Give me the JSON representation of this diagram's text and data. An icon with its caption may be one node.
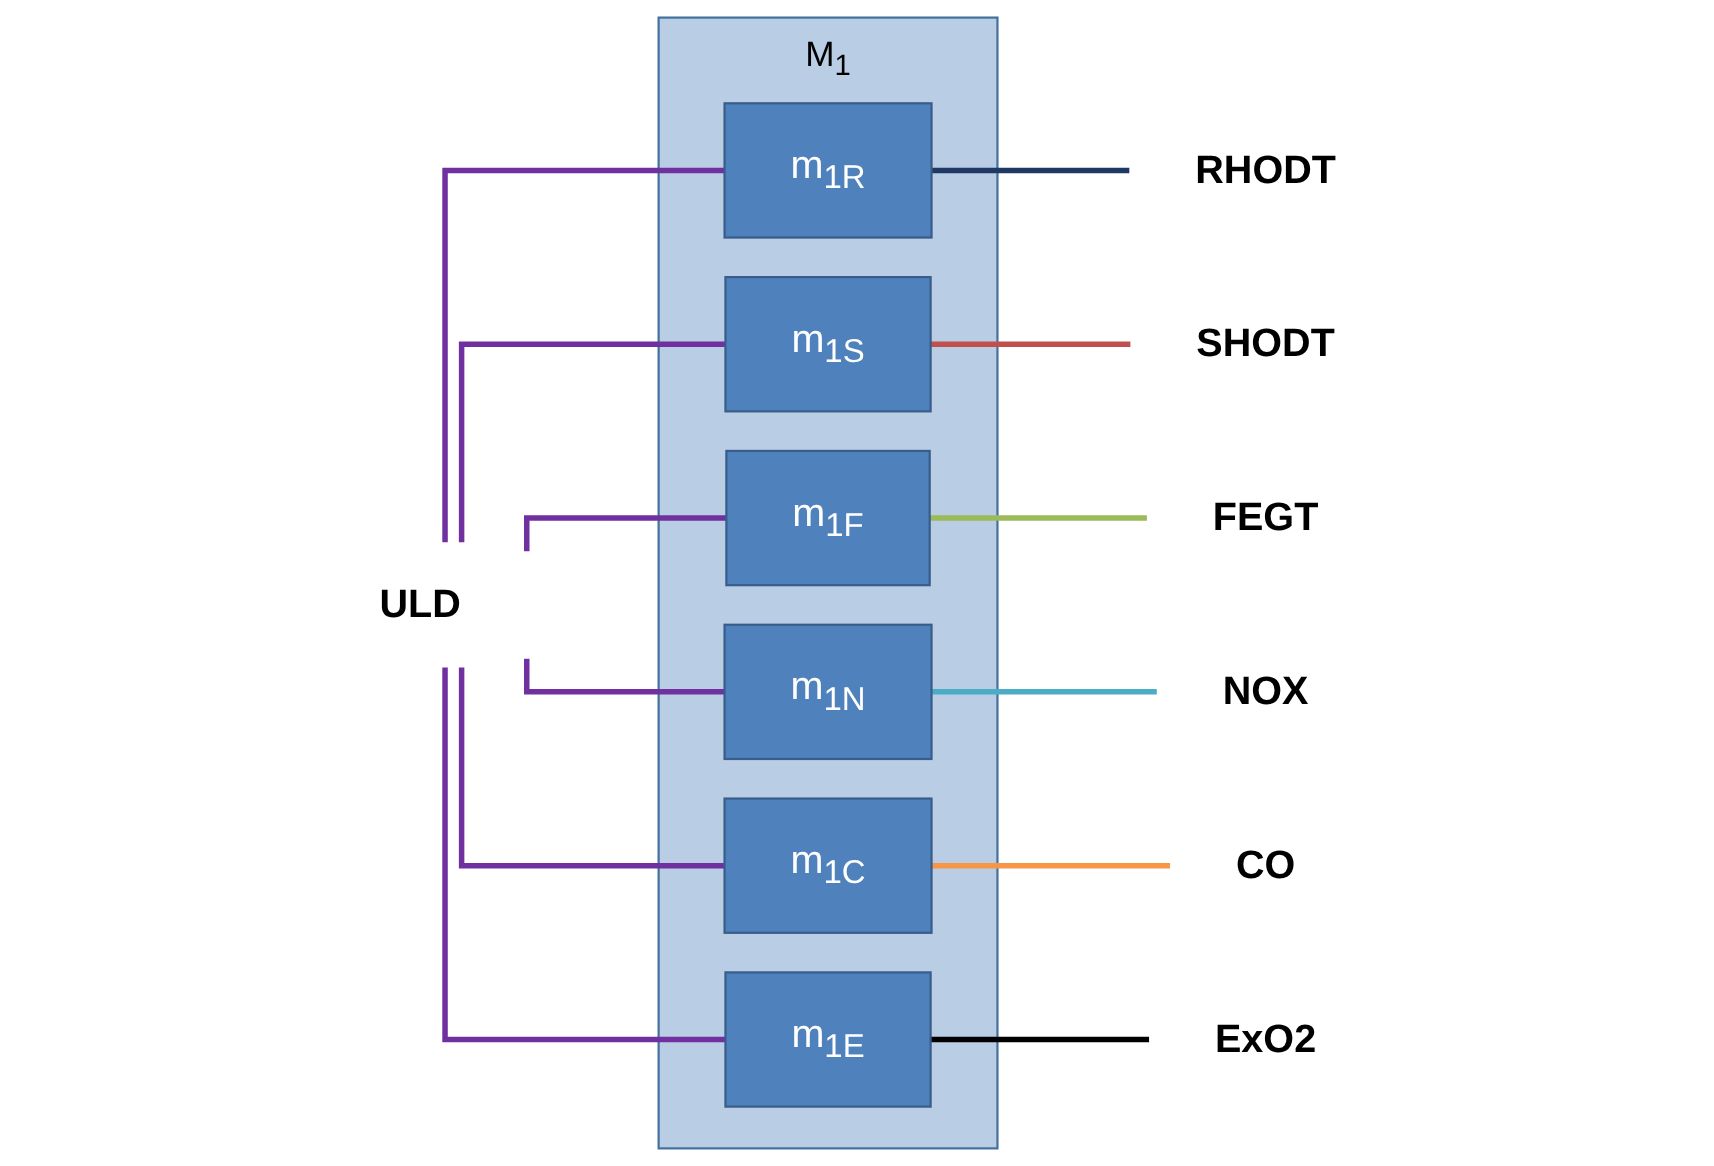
{
  "diagram": {
    "nodes": [
      {
        "text": [
          "M$_{1}$"
        ]
      },
      {
        "text": [
          "ULD"
        ]
      },
      {
        "text": [
          "m$_{1R}$"
        ],
        "in": 0
      },
      {
        "text": [
          "m$_{1S}$"
        ],
        "in": 0
      },
      {
        "text": [
          "m$_{1F}$"
        ],
        "in": 0
      },
      {
        "text": [
          "m$_{1N}$"
        ],
        "in": 0
      },
      {
        "text": [
          "m$_{1C}$"
        ],
        "in": 0
      },
      {
        "text": [
          "m$_{1E}$"
        ],
        "in": 0
      },
      {
        "text": [
          "RHODT"
        ]
      },
      {
        "text": [
          "SHODT"
        ]
      },
      {
        "text": [
          "FEGT"
        ]
      },
      {
        "text": [
          "NOX"
        ]
      },
      {
        "text": [
          "CO"
        ]
      },
      {
        "text": [
          "ExO2"
        ]
      }
    ],
    "edges": [
      {
        "from": 1,
        "to": 2,
        "arrow": "none",
        "color": "#7030a0"
      },
      {
        "from": 1,
        "to": 3,
        "arrow": "none",
        "color": "#7030a0"
      },
      {
        "from": 1,
        "to": 4,
        "arrow": "none",
        "color": "#7030a0"
      },
      {
        "from": 1,
        "to": 5,
        "arrow": "none",
        "color": "#7030a0"
      },
      {
        "from": 1,
        "to": 6,
        "arrow": "none",
        "color": "#7030a0"
      },
      {
        "from": 1,
        "to": 7,
        "arrow": "none",
        "color": "#7030a0"
      },
      {
        "from": 2,
        "to": 8,
        "arrow": "none",
        "color": "#1f3864"
      },
      {
        "from": 3,
        "to": 9,
        "arrow": "none",
        "color": "#c0504d"
      },
      {
        "from": 4,
        "to": 10,
        "arrow": "none",
        "color": "#9bbb59"
      },
      {
        "from": 5,
        "to": 11,
        "arrow": "none",
        "color": "#4bacc6"
      },
      {
        "from": 6,
        "to": 12,
        "arrow": "none",
        "color": "#f79646"
      },
      {
        "from": 7,
        "to": 13,
        "arrow": "none",
        "color": "#000000"
      }
    ]
  }
}
